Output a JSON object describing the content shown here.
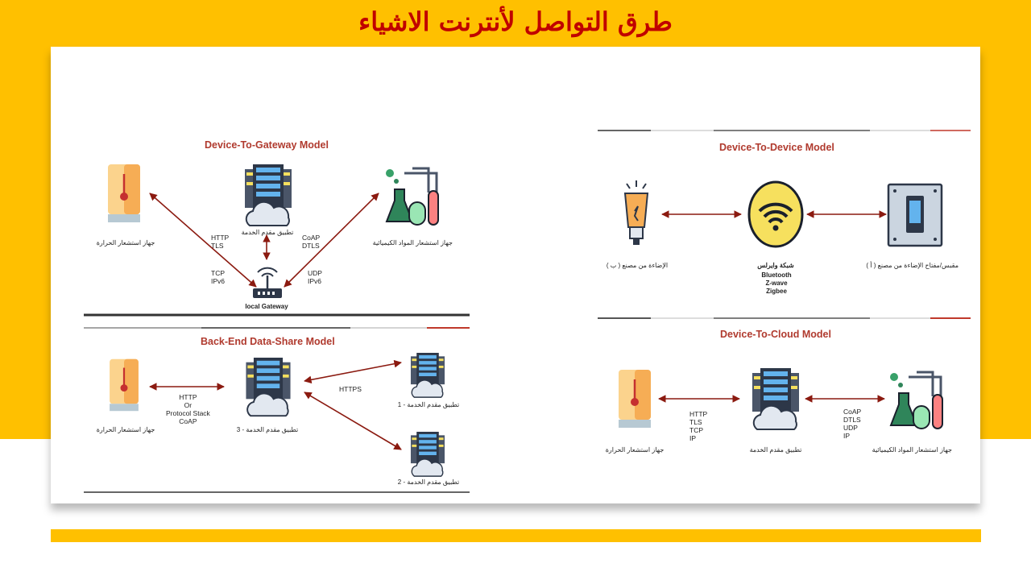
{
  "slide": {
    "title": "طرق التواصل لأنترنت الاشياء",
    "accent_color": "#FFC000",
    "title_color": "#C00000"
  },
  "gateway_model": {
    "title": "Device-To-Gateway Model",
    "temp_label": "جهاز استشعار الحرارة",
    "server_label": "تطبيق مقدم الخدمة",
    "chem_label": "جهاز استشعار المواد الكيميائية",
    "gateway_label": "local Gateway",
    "proto_left_top": "HTTP\nTLS",
    "proto_left_bottom": "TCP\nIPv6",
    "proto_right_top": "CoAP\nDTLS",
    "proto_right_bottom": "UDP\nIPv6"
  },
  "backend_model": {
    "title": "Back-End Data-Share Model",
    "temp_label": "جهاز استشعار الحرارة",
    "server3_label": "تطبيق مقدم الخدمة - 3",
    "server1_label": "تطبيق مقدم الخدمة - 1",
    "server2_label": "تطبيق مقدم الخدمة - 2",
    "proto_left": "HTTP\nOr\nProtocol Stack\nCoAP",
    "proto_https": "HTTPS"
  },
  "device_model": {
    "title": "Device-To-Device Model",
    "bulb_label": "الإضاءة من مصنع ( ب )",
    "wireless_label": "شبكة وايرلس",
    "wireless_protocols": "Bluetooth\nZ-wave\nZigbee",
    "switch_label": "مقبس/مفتاح الإضاءة من مصنع ( أ )"
  },
  "cloud_model": {
    "title": "Device-To-Cloud Model",
    "temp_label": "جهاز استشعار الحرارة",
    "server_label": "تطبيق مقدم الخدمة",
    "chem_label": "جهاز استشعار المواد الكيميائية",
    "proto_left": "HTTP\nTLS\nTCP\nIP",
    "proto_right": "CoAP\nDTLS\nUDP\nIP"
  },
  "icons": [
    "thermometer-icon",
    "server-cloud-icon",
    "chemistry-flask-icon",
    "router-icon",
    "bulb-icon",
    "wifi-icon",
    "light-switch-icon"
  ]
}
